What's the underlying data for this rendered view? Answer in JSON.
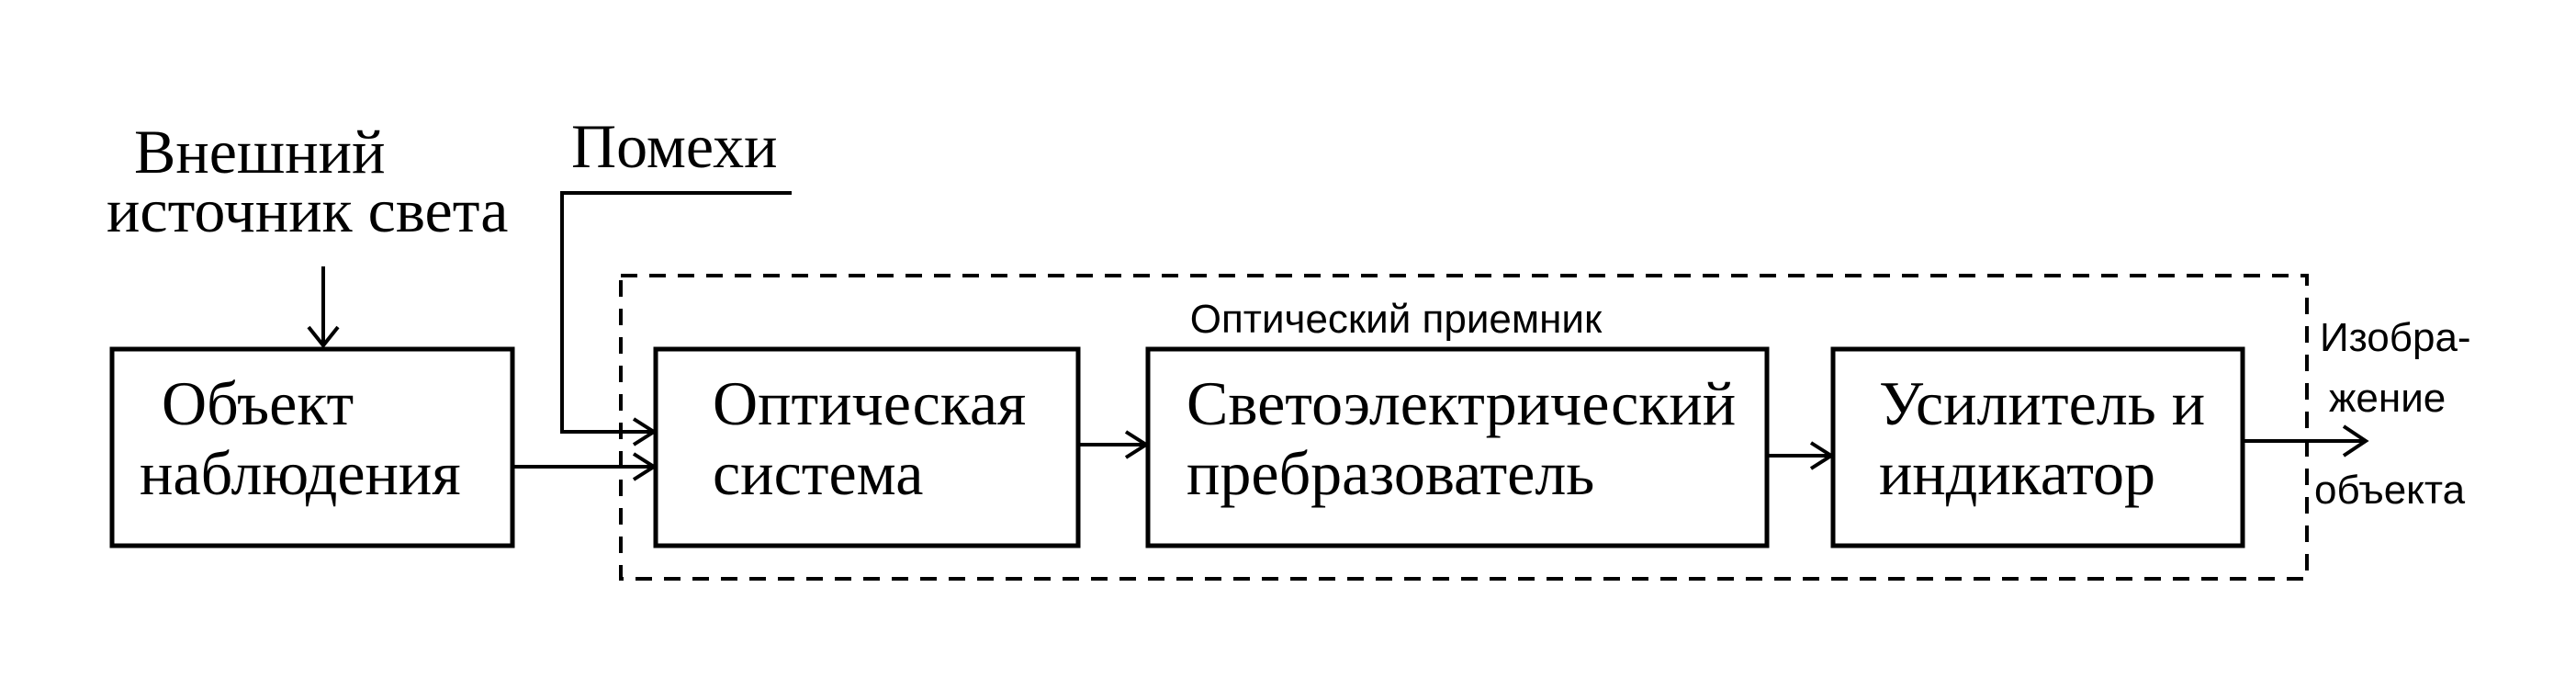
{
  "diagram": {
    "external_light": [
      "Внешний",
      "источник света"
    ],
    "noise": "Помехи",
    "receiver_label": "Оптический приемник",
    "blocks": {
      "object": [
        "Объект",
        "наблюдения"
      ],
      "optical_system": [
        "Оптическая",
        "система"
      ],
      "converter": [
        "Светоэлектрический",
        "пребразователь"
      ],
      "amplifier": [
        "Усилитель и",
        "индикатор"
      ]
    },
    "output": [
      "Изобра-",
      "жение",
      "объекта"
    ]
  }
}
